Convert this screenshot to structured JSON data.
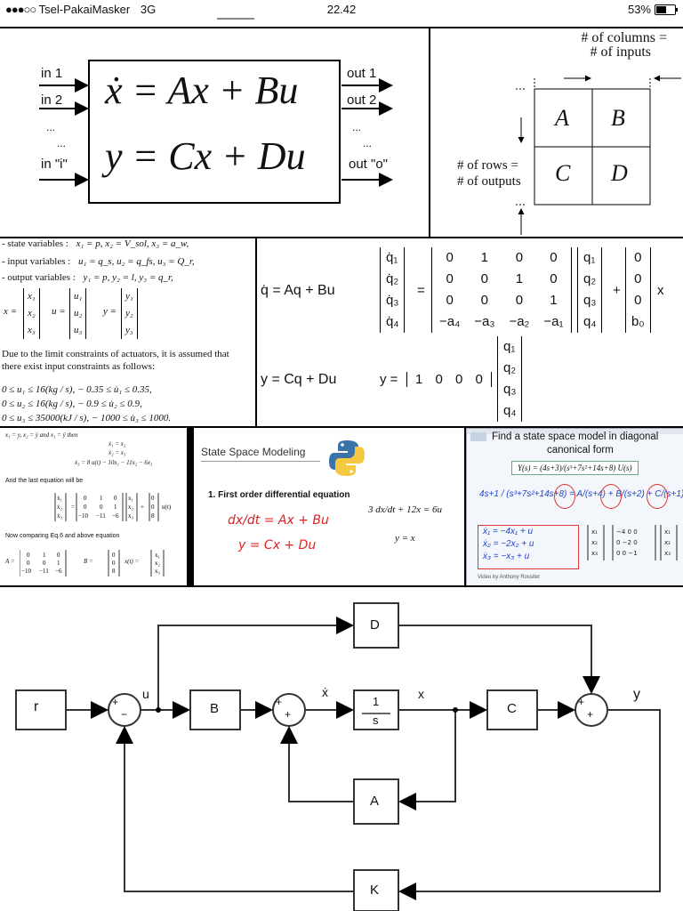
{
  "status_bar": {
    "signal": "●●●○○",
    "carrier": "Tsel-PakaiMasker",
    "network": "3G",
    "time": "22.42",
    "battery": "53%",
    "battery_level": 0.53
  },
  "tile1": {
    "inputs": [
      "in 1",
      "in 2",
      "...",
      "...",
      "in \"i\""
    ],
    "outputs": [
      "out 1",
      "out 2",
      "...",
      "...",
      "out \"o\""
    ],
    "eq1": "ẋ = Ax + Bu",
    "eq2": "y = Cx + Du"
  },
  "tile2": {
    "columns_label_1": "# of columns =",
    "columns_label_2": "# of inputs",
    "rows_label_1": "# of rows =",
    "rows_label_2": "# of outputs",
    "cells": [
      "A",
      "B",
      "C",
      "D"
    ]
  },
  "tile3": {
    "state_label": "- state variables :",
    "state_eq": "x₁ = p, x₂ = V_sol, x₃ = a_w,",
    "input_label": "- input variables :",
    "input_eq": "u₁ = q_s, u₂ = q_fs, u₃ = Q_r,",
    "output_label": "- output variables :",
    "output_eq": "y₁ = p, y₂ = l, y₃ = q_r,",
    "vec_x": "x =",
    "vec_u": "u =",
    "vec_y": "y =",
    "x_entries": [
      "x₁",
      "x₂",
      "x₃"
    ],
    "u_entries": [
      "u₁",
      "u₂",
      "u₃"
    ],
    "y_entries": [
      "y₁",
      "y₂",
      "y₃"
    ],
    "para_1": "Due to the limit constraints of actuators, it is assumed that",
    "para_2": "there exist input constraints as follows:",
    "con_1": "0 ≤ u₁ ≤ 16(kg / s), − 0.35 ≤ u̇₁ ≤ 0.35,",
    "con_2": "0 ≤ u₂ ≤ 16(kg / s), − 0.9 ≤ u̇₂ ≤ 0.9,",
    "con_3": "0 ≤ u₃ ≤ 35000(kJ / s), − 1000 ≤ u̇₃ ≤ 1000."
  },
  "tile4": {
    "eq_state": "q̇ = Aq + Bu",
    "eq_out": "y = Cq + Du",
    "qdot": [
      "q̇₁",
      "q̇₂",
      "q̇₃",
      "q̇₄"
    ],
    "A_rows": [
      [
        "0",
        "1",
        "0",
        "0"
      ],
      [
        "0",
        "0",
        "1",
        "0"
      ],
      [
        "0",
        "0",
        "0",
        "1"
      ],
      [
        "−a₄",
        "−a₃",
        "−a₂",
        "−a₁"
      ]
    ],
    "q": [
      "q₁",
      "q₂",
      "q₃",
      "q₄"
    ],
    "B": [
      "0",
      "0",
      "0",
      "b₀"
    ],
    "x_label": "x",
    "plus": "+",
    "equals": "=",
    "y_eq": "y =",
    "C_row": [
      "1",
      "0",
      "0",
      "0"
    ]
  },
  "tile5": {
    "line1": "x₁ = y, x₂ = ẏ and x₃ = ÿ then",
    "line2": "ẋ₁ = x₂",
    "line3": "ẋ₂ = x₃",
    "line4": "ẋ₃ = 8 u(t) − 10x₁ − 11x₂ − 6x₃",
    "line5": "And the last equation will be",
    "line6": "Now comparing Eq.6 and above equation",
    "A_label": "A =",
    "B_label": "B =",
    "x_label": "x(t) ="
  },
  "tile6": {
    "title": "State Space Modeling",
    "subtitle": "1. First order differential equation",
    "hand1": "dx/dt = Ax + Bu",
    "hand2": "y = Cx + Du",
    "eq1": "3 dx/dt + 12x = 6u",
    "eq2": "y = x"
  },
  "tile7": {
    "title1": "Find a state space model in diagonal",
    "title2": "canonical form",
    "tf": "Y(s) = (4s+3)/(s³+7s²+14s+8) U(s)",
    "hand1": "4s+1 / (s³+7s²+14s+8) = A/(s+4) + B/(s+2) + C/(s+1)",
    "hand2": "ẋ₁ = −4x₁ + u",
    "hand3": "ẋ₂ = −2x₂ + u",
    "hand4": "ẋ₃ = −x₃ + u",
    "credit": "Video by Anthony Rossiter"
  },
  "block_diagram": {
    "r": "r",
    "u": "u",
    "B": "B",
    "x_dot": "ẋ",
    "integrator_num": "1",
    "integrator_den": "s",
    "x": "x",
    "C": "C",
    "y": "y",
    "D": "D",
    "A": "A",
    "K": "K",
    "plus": "+",
    "minus": "−"
  }
}
